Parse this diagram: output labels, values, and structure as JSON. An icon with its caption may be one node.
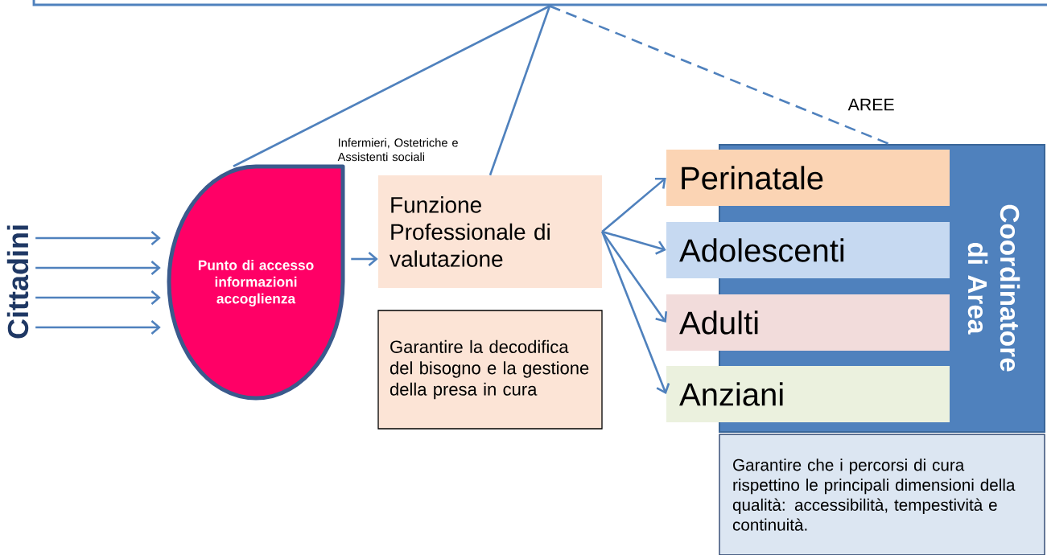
{
  "diagram": {
    "nodes": [
      {
        "text": [],
        "shape": "box"
      },
      {
        "text": [
          "Cittadini"
        ]
      },
      {
        "text": [
          "Punto di accesso informazioni accoglienza"
        ]
      },
      {
        "text": [
          "Funzione Professionale di valutazione"
        ]
      },
      {
        "text": [
          "Garantire la decodifica del bisogno e la gestione della presa in cura"
        ]
      },
      {
        "text": [
          "Coordinatore di Area"
        ]
      },
      {
        "text": [
          "Perinatale"
        ]
      },
      {
        "text": [
          "Adolescenti"
        ]
      },
      {
        "text": [
          "Adulti"
        ]
      },
      {
        "text": [
          "Anziani"
        ]
      },
      {
        "text": [
          "Garantire che i percorsi di cura rispettino le principali dimensioni della qualità: accessibilità, tempestività e continuità."
        ]
      }
    ],
    "edges": [
      {
        "from": 0,
        "to": 2,
        "arrow": "none"
      },
      {
        "from": 0,
        "to": 3,
        "arrow": "none",
        "label": "Infermieri, Ostetriche e Assistenti sociali"
      },
      {
        "from": 0,
        "to": 5,
        "arrow": "none",
        "style": "dashed",
        "label": "AREE"
      },
      {
        "from": 1,
        "to": 2,
        "arrow": "to"
      },
      {
        "from": 1,
        "to": 2,
        "arrow": "to"
      },
      {
        "from": 1,
        "to": 2,
        "arrow": "to"
      },
      {
        "from": 1,
        "to": 2,
        "arrow": "to"
      },
      {
        "from": 2,
        "to": 3,
        "arrow": "to"
      },
      {
        "from": 3,
        "to": 6,
        "arrow": "to"
      },
      {
        "from": 3,
        "to": 7,
        "arrow": "to"
      },
      {
        "from": 3,
        "to": 8,
        "arrow": "to"
      },
      {
        "from": 3,
        "to": 9,
        "arrow": "to"
      }
    ]
  }
}
